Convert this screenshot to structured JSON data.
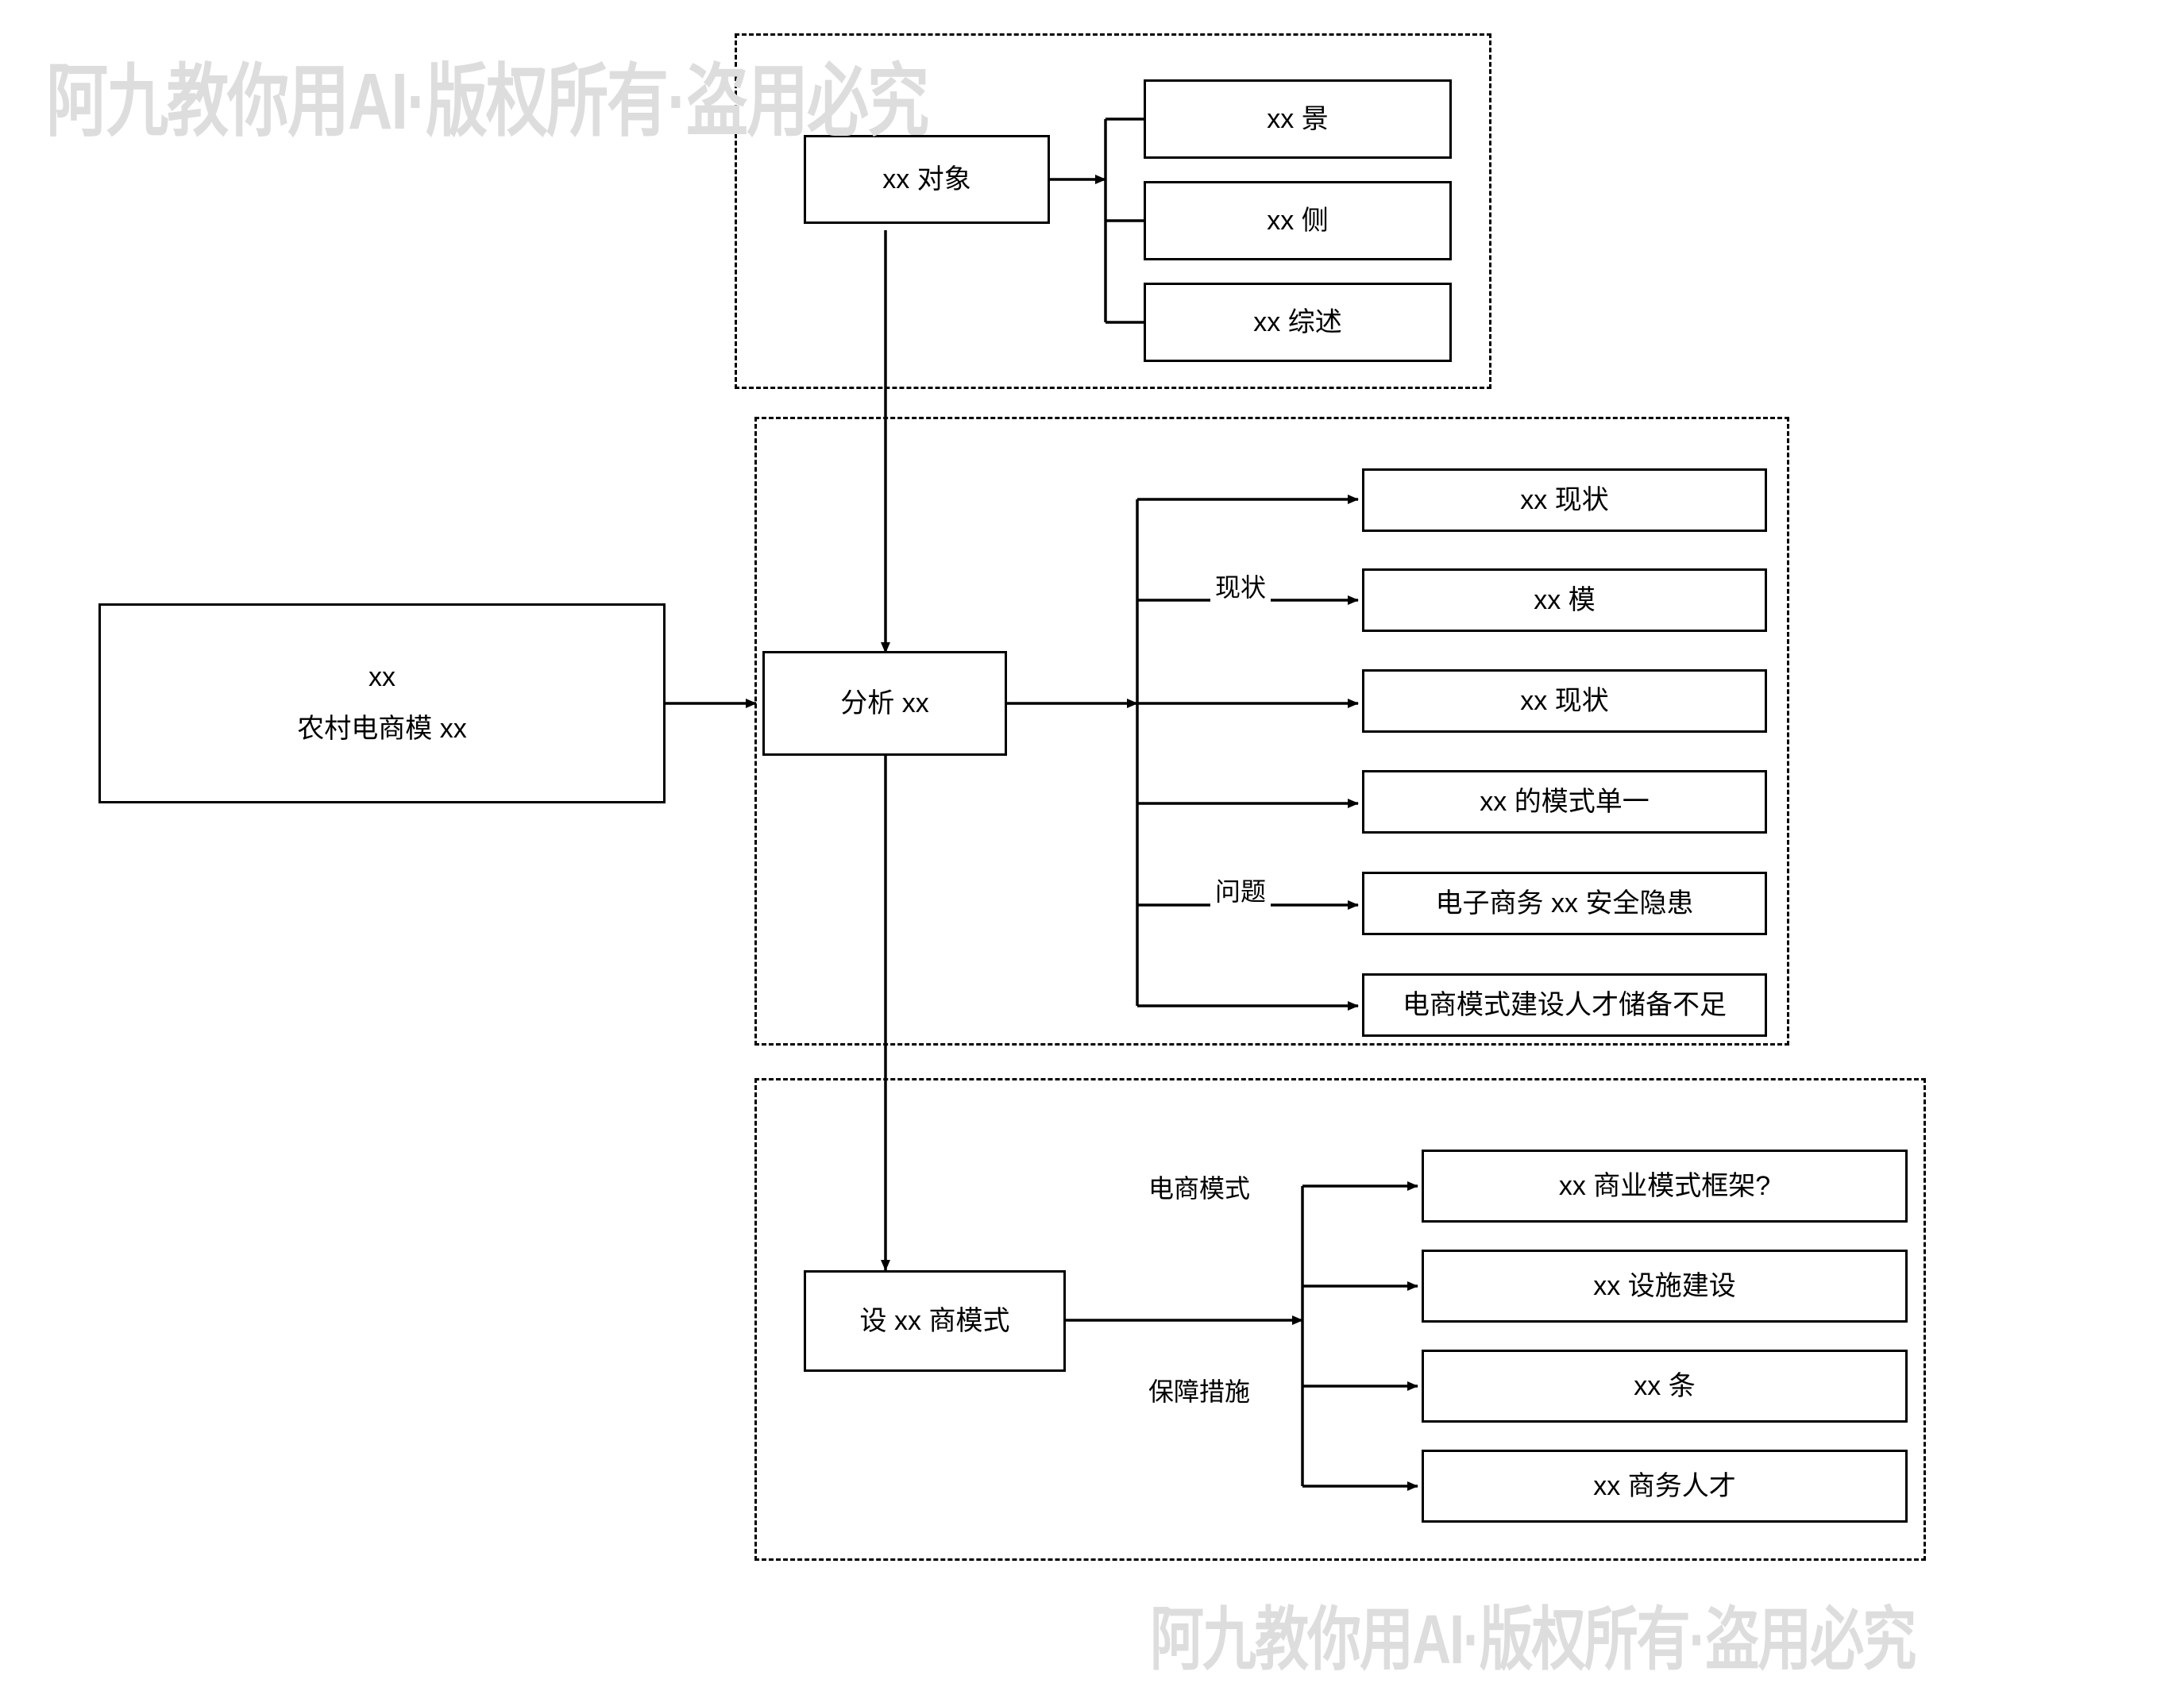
{
  "page": {
    "background": "#ffffff",
    "line_color": "#000000",
    "watermark_color": "#dddddd"
  },
  "watermarks": [
    {
      "text": "阿九教你用AI·版权所有·盗用必究"
    },
    {
      "text": "阿九教你用AI·版权所有·盗用必究"
    }
  ],
  "groups": [
    {
      "name": "research-object-group"
    },
    {
      "name": "analysis-group"
    },
    {
      "name": "design-group"
    }
  ],
  "nodes": {
    "root": {
      "line1": "xx",
      "line2": "农村电商模 xx"
    },
    "object": "xx 对象",
    "object_children": [
      "xx 景",
      "xx 侧",
      "xx 综述"
    ],
    "analysis": "分析 xx",
    "analysis_children": [
      "xx 现状",
      "xx 模",
      "xx 现状",
      "xx 的模式单一",
      "电子商务 xx 安全隐患",
      "电商模式建设人才储备不足"
    ],
    "design": "设 xx 商模式",
    "design_children": [
      "xx 商业模式框架?",
      "xx 设施建设",
      "xx 条",
      "xx 商务人才"
    ]
  },
  "edge_labels": {
    "analysis_status": "现状",
    "analysis_problem": "问题",
    "design_mode": "电商模式",
    "design_measures": "保障措施"
  }
}
